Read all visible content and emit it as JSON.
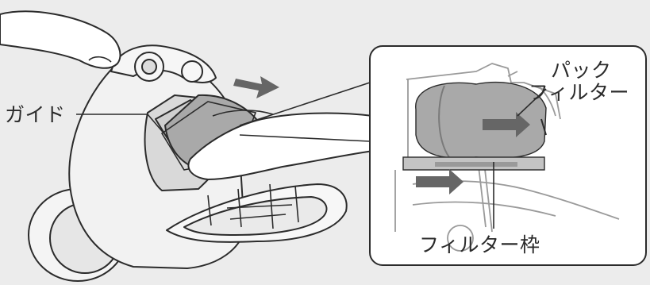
{
  "labels": {
    "guide": "ガイド",
    "pack_filter_line1": "パック",
    "pack_filter_line2": "フィルター",
    "filter_frame": "フィルター枠"
  },
  "colors": {
    "background": "#ececec",
    "line": "#2b2b2b",
    "arrow": "#666666",
    "callout_fill": "#ffffff",
    "filter_fill": "#a9a9a9"
  },
  "icons": {
    "pull_direction": "right-arrow-icon"
  }
}
